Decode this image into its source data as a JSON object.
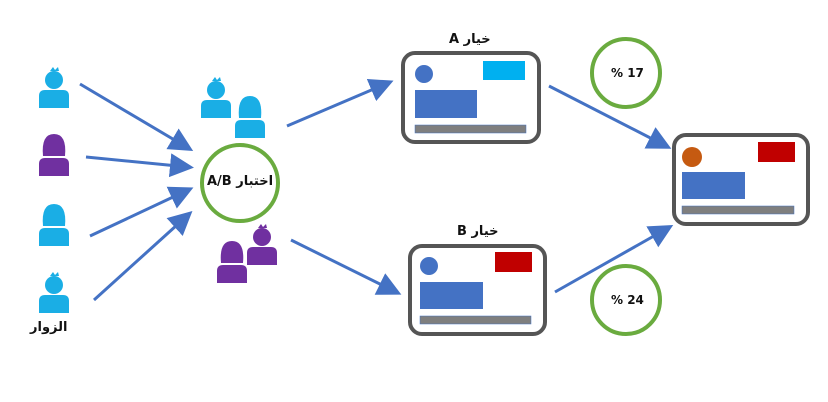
{
  "labels": {
    "visitors": "الزوار",
    "ab_test": "اختبار A/B",
    "option_a": "خيار A",
    "option_b": "خيار B",
    "rate_a": "% 17",
    "rate_b": "% 24"
  },
  "colors": {
    "arrow": "#4472c4",
    "circle_border": "#6aab3f",
    "person_blue": "#1aaee5",
    "person_purple": "#7030a0",
    "card_border": "#555555",
    "option_a_accent": "#00b0f0",
    "option_b_accent": "#c00000",
    "result_accent": "#c00000",
    "result_dot": "#c55a11",
    "block_blue": "#4472c4",
    "bar_gray": "#7f7f7f"
  }
}
